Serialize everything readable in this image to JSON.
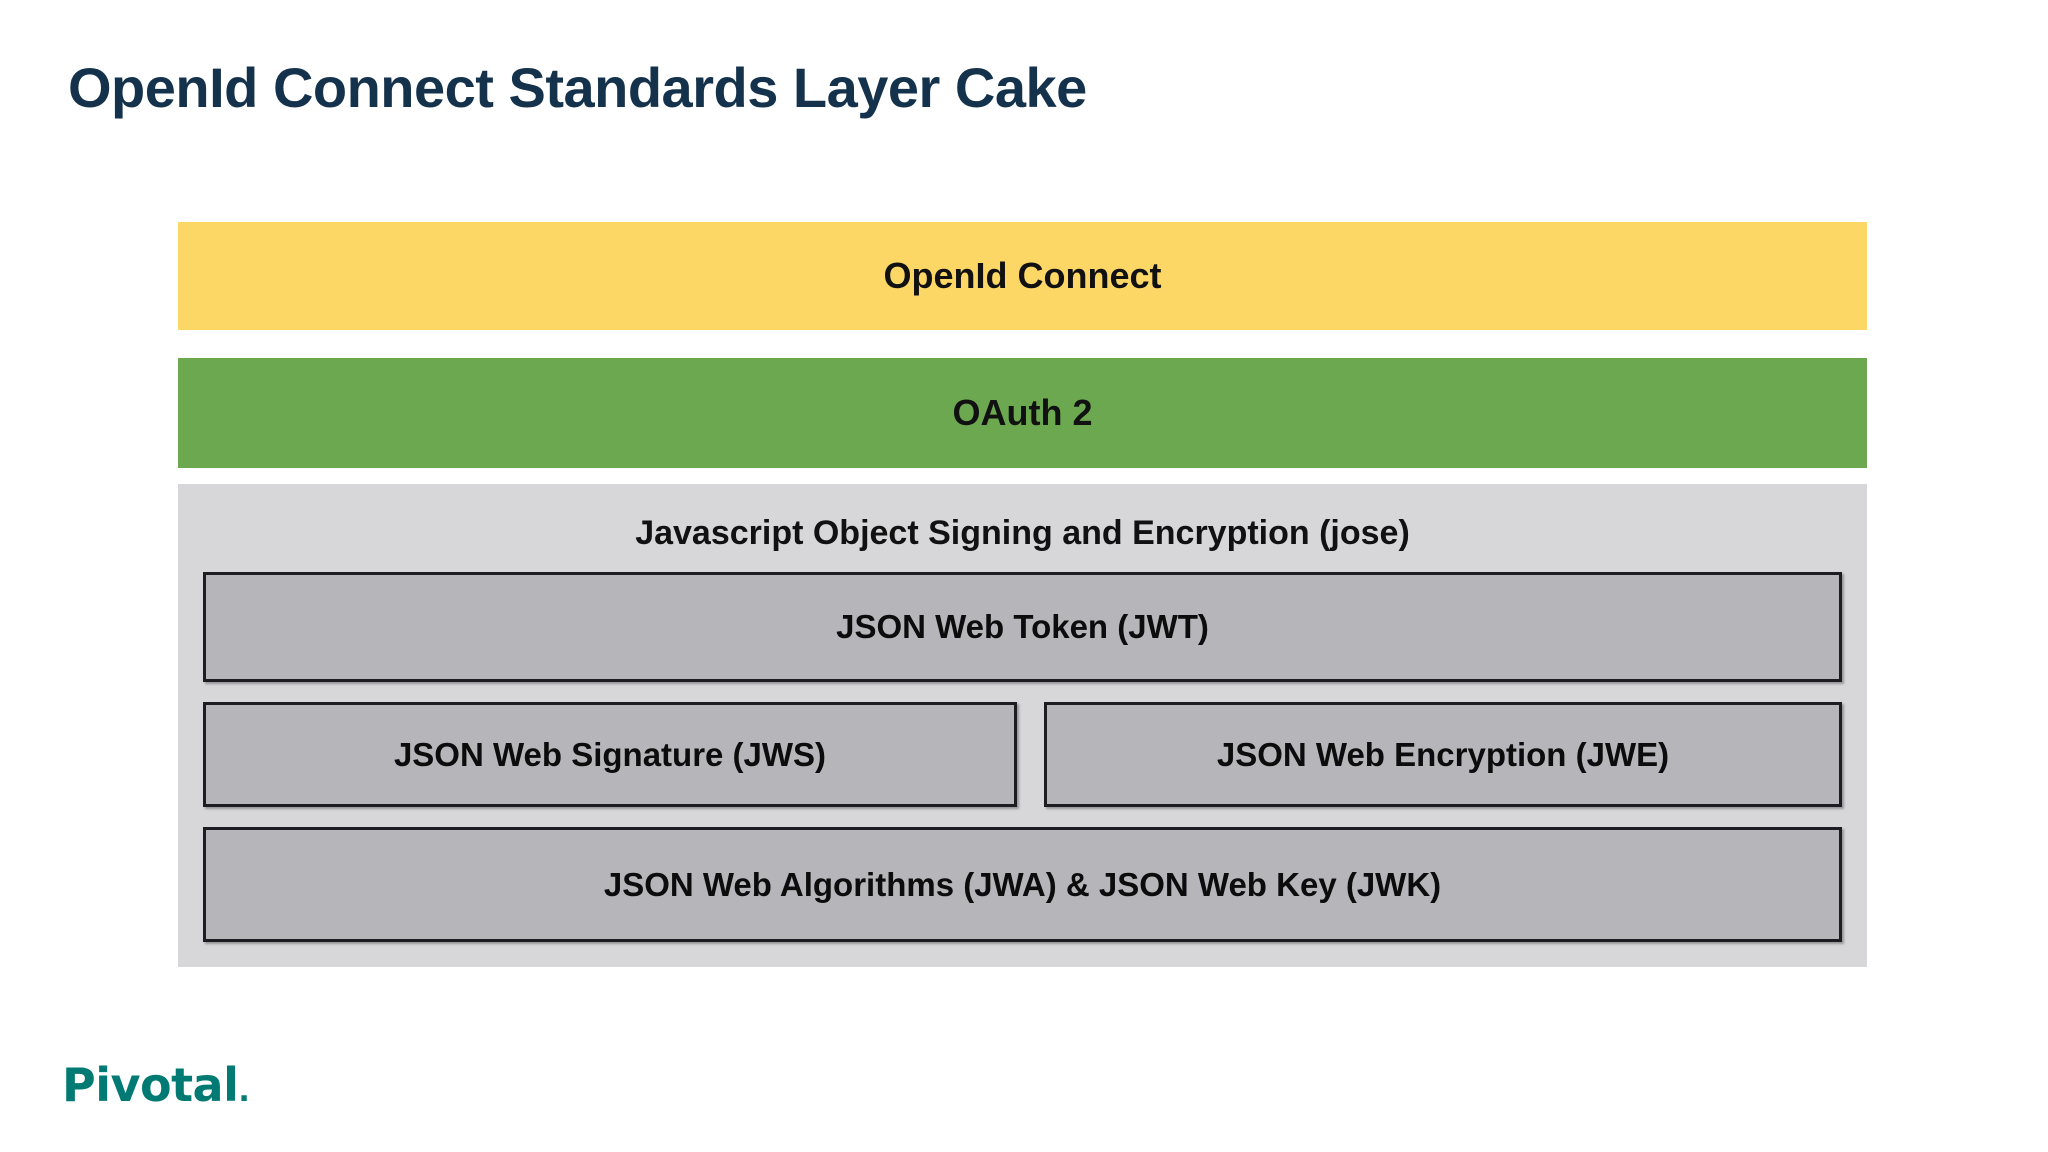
{
  "slide": {
    "title": "OpenId Connect Standards Layer Cake",
    "title_color": "#14324b",
    "background": "#ffffff"
  },
  "cake": {
    "layers": [
      {
        "id": "openid-connect",
        "label": "OpenId Connect",
        "color": "#fcd766",
        "text_color": "#111111"
      },
      {
        "id": "oauth2",
        "label": "OAuth 2",
        "color": "#6ba84f",
        "text_color": "#111111"
      },
      {
        "id": "jose",
        "label": "Javascript Object Signing and Encryption (jose)",
        "color": "#d7d6d9",
        "text_color": "#111111",
        "children": [
          {
            "id": "jwt",
            "label": "JSON Web Token (JWT)",
            "color": "#b6b5b9",
            "border_color": "#1c1c22"
          },
          {
            "id": "jws",
            "label": "JSON Web Signature (JWS)",
            "color": "#b6b5b9",
            "border_color": "#1c1c22"
          },
          {
            "id": "jwe",
            "label": "JSON Web Encryption (JWE)",
            "color": "#b6b5b9",
            "border_color": "#1c1c22"
          },
          {
            "id": "jwa-jwk",
            "label": "JSON Web Algorithms (JWA) & JSON Web Key (JWK)",
            "color": "#b6b5b9",
            "border_color": "#1c1c22"
          }
        ]
      }
    ]
  },
  "footer": {
    "logo_text": "Pivotal",
    "logo_mark": ".",
    "logo_color": "#007a72"
  }
}
